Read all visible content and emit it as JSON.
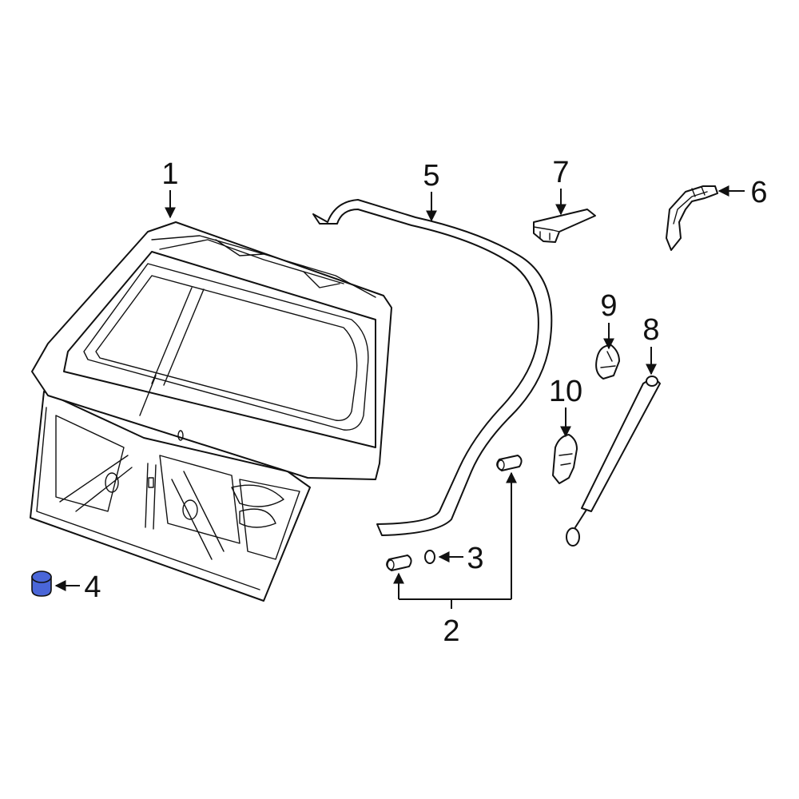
{
  "diagram": {
    "highlight_color": "#4a66d8",
    "line_color": "#111111",
    "callouts": {
      "c1": "1",
      "c2": "2",
      "c3": "3",
      "c4": "4",
      "c5": "5",
      "c6": "6",
      "c7": "7",
      "c8": "8",
      "c9": "9",
      "c10": "10"
    }
  }
}
